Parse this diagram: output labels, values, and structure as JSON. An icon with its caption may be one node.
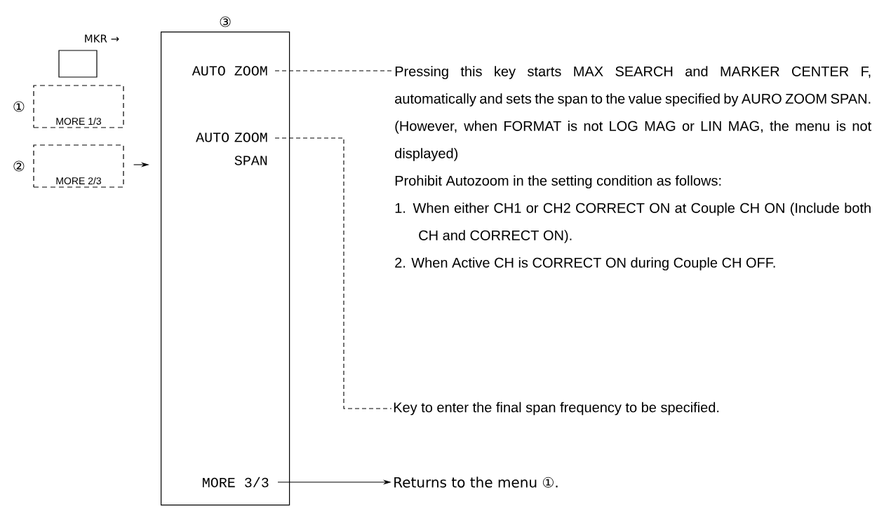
{
  "diagram": {
    "nodes": [
      {
        "text": [],
        "shape": "box"
      },
      {
        "text": [
          "MORE 1/3"
        ],
        "beside": [
          "①"
        ]
      },
      {
        "text": [
          "MORE 2/3"
        ],
        "beside": [
          "②"
        ]
      },
      {
        "text": [
          "③"
        ]
      },
      {
        "text": [
          "AUTO ZOOM"
        ],
        "in": 3
      },
      {
        "text": [
          "AUTO ZOOM SPAN"
        ],
        "in": 3
      },
      {
        "text": [
          "MORE 3/3"
        ],
        "in": 3
      },
      {
        "text": [
          "Pressing this key starts MAX SEARCH and MARKER CENTER F, automatically and sets the span to the value specified by AURO ZOOM SPAN.",
          "(However, when FORMAT is not LOG MAG or LIN MAG, the menu is not displayed)",
          "Prohibit Autozoom in the setting condition as follows:",
          "1. When either CH1 or CH2 CORRECT ON at Couple CH ON (Include both CH and CORRECT ON).",
          "2. When Active CH is CORRECT ON during Couple CH OFF."
        ]
      },
      {
        "text": [
          "Key to enter the final span frequency to be specified."
        ]
      },
      {
        "text": [
          "Returns to the menu ①."
        ]
      }
    ],
    "edges": [
      {
        "from": 4,
        "to": 7,
        "arrow": "none",
        "style": "dashed"
      },
      {
        "from": 5,
        "to": 8,
        "arrow": "none",
        "style": "dashed"
      },
      {
        "from": 6,
        "to": 9,
        "arrow": "to"
      },
      {
        "from": 2,
        "to": 3,
        "arrow": "to"
      }
    ],
    "labels": [
      "MKR →"
    ]
  }
}
